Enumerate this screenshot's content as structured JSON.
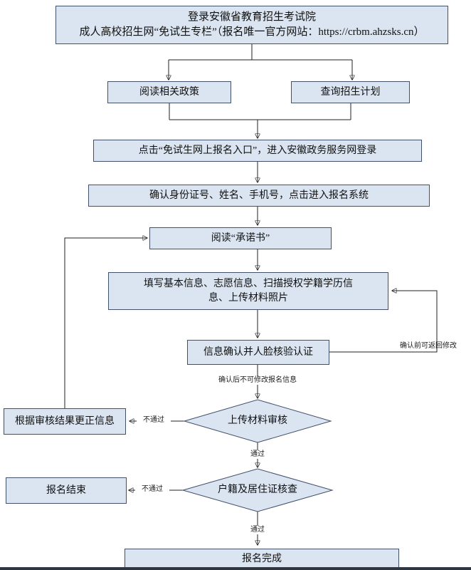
{
  "flow": {
    "start_line1": "登录安徽省教育招生考试院",
    "start_line2": "成人高校招生网“免试生专栏”（报名唯一官方网站：https://crbm.ahzsks.cn）",
    "read_policy": "阅读相关政策",
    "query_plan": "查询招生计划",
    "click_entry": "点击“免试生网上报名入口”，进入安徽政务服务网登录",
    "confirm_identity": "确认身份证号、姓名、手机号，点击进入报名系统",
    "read_commitment": "阅读“承诺书”",
    "fill_info": "填写基本信息、志愿信息、扫描授权学籍学历信息、上传材料照片",
    "face_verify": "信息确认并人脸核验认证",
    "upload_review": "上传材料审核",
    "correct_info": "根据审核结果更正信息",
    "residence_check": "户籍及居住证核查",
    "end_registration": "报名结束",
    "complete": "报名完成",
    "edge": {
      "modifiable": "确认前可返回修改",
      "not_modifiable": "确认后不可修改报名信息",
      "fail": "不通过",
      "pass": "通过"
    }
  },
  "colors": {
    "box_fill": "#dbe5f1",
    "box_border": "#41506b",
    "arrow": "#222222"
  }
}
